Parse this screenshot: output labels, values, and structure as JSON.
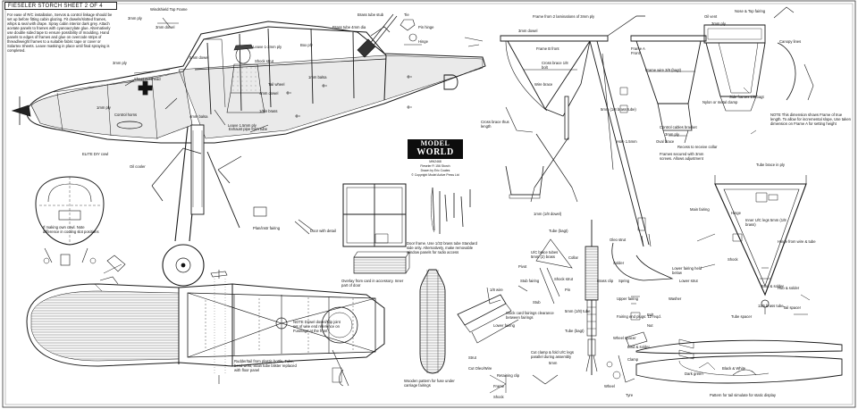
{
  "sheet": {
    "title": "FIESELER STORCH SHEET 2 OF 4",
    "publisher": {
      "logo_line1": "MODEL",
      "logo_line2": "WORLD",
      "line1": "MW2468",
      "line2": "Fieseler Fi 156 Storch",
      "line3": "Drawn by Eric Coates",
      "line4": "© Copyright Model Active Press Ltd"
    }
  },
  "notes": {
    "assembly": "For ease of R/C installation, Servos & control linkage should be set up before fitting cabin glazing. Fit dowels/slotted frames, whips & seal with drape. Spray cabin interior dark grey. Attach acetate panels to frames with cyanoacrylate glue. Alternatively use double sided tape to ensure possibility of moulding. Hand panels to edges of frames and glue on overcode strips of thread/weight frames to a suitable fabric tape or cover or Solartex Sheets. Leave masking in place until final spraying is completed.",
    "frame_length": "NOTE This dimension shows Frame of true length. To allow for incremental slope, Use taken dimension on Frame A for setting height",
    "section_note": "NOTE Dowel dowel/slip joint set of wire end reference on Fuselage at the front"
  },
  "labels": {
    "l01": "Windshield Top Frame",
    "l02": "3mm ply",
    "l03": "3mm dowel",
    "l04": "Leave 1-2mm ply",
    "l05": "Brass tube stub",
    "l06": "Shock strut",
    "l07": "Box ply",
    "l08": "1mm balsa",
    "l09": "Tail wheel",
    "l10": "Brass tube 4mm dia",
    "l11": "Tie",
    "l12": "Hinge",
    "l13": "Pin hinge",
    "l14": "4mm dowel",
    "l15": "5mm dowel",
    "l16": "3mm ply",
    "l17": "Sheet overhead",
    "l18": "1mm ply",
    "l19": "1/8in brass",
    "l20": "Leave 1.5mm ply",
    "l21": "Control horns",
    "l22": "4mm balsa",
    "l23": "ELITE DIY cowl",
    "l24": "Exhaust pipe from tube",
    "l25": "Oil cooler",
    "l26": "If making own cowl. Note difference in cooling slot positions",
    "l27": "Plan/instr fairing",
    "l28": "Door with detail",
    "l29": "Overlay from card in accessory. Inner part of door",
    "l30": "Door frame. Use 1/32 brass tube Standard side only. Alternatively, make removable window panels for radio access",
    "l31": "Wooden pattern for fuse under carriage fairings",
    "l32": "Rudder/tail from plastic bottle, Tube, bend wrist, Stain tube blister replaced with floor panel",
    "l33": "Frame from 2 laminations of 3mm ply",
    "l34": "3mm dowel",
    "l35": "Frame B front",
    "l36": "Frame A Front",
    "l37": "Cross brace 1/8 bolt",
    "l38": "Cross brace thus length",
    "l39": "Wire brace",
    "l40": "1mm (1/8 dowel)",
    "l41": "5mm (1/8 brass tube)",
    "l42": "Hole 1.5mm",
    "l43": "Control cables bracket",
    "l44": "3mm ply",
    "l45": "Frames secured with 3mm screws. Allows adjustment",
    "l46": "Recess to receive collar",
    "l47": "Frame wire 3/8 (bagt)",
    "l48": "Oil vent",
    "l49": "Nylon or metal clamp",
    "l50": "3mm ply",
    "l51": "Side frames 1/8 bagt",
    "l52": "Canopy lines",
    "l53": "Nose & Top fairing",
    "l54": "Oval brace",
    "l55": "Tube brace in ply",
    "l56": "Inner U/C legs 5mm (1/8 brass)",
    "l57": "Hinge",
    "l58": "Hinge from wire & tube",
    "l59": "Main fairing",
    "l60": "Shock",
    "l61": "Oleo strut",
    "l62": "Tube spacer",
    "l63": "U/C brace tubes 5mm (2) brass",
    "l64": "Lower fairing held below",
    "l65": "Fairing end plugs: 12 reqd.",
    "l66": "Upper fairing",
    "l67": "Lower fairing",
    "l68": "Stub fairing",
    "l69": "Shock strut",
    "l70": "Stock card fairings clearance between fairings",
    "l71": "Collar",
    "l72": "Bind & solder",
    "l73": "Hub & solder",
    "l74": "Tail spacer",
    "l75": "Cut clamp & fold U/C legs parallel during assembly",
    "l76": "Clamp",
    "l77": "Black & White",
    "l78": "Dark green",
    "l79": "Pattern for tail simulate for static display",
    "l80": "Wheel spacer",
    "l81": "Wheel",
    "l82": "Tyre",
    "l83": "Pin",
    "l84": "5mm (1/8) tube",
    "l85": "Tube (bagt)",
    "l86": "Frame",
    "l87": "Shock",
    "l88": "Bolt",
    "l89": "Nut",
    "l90": "Pivot",
    "l91": "Bind & solder",
    "l92": "5mm",
    "l93": "Strut",
    "l94": "Tube (bagt)",
    "l95": "Cut Oleo/Wire",
    "l96": "Solder",
    "l97": "Washer",
    "l98": "Retaining clip",
    "l99": "11/6 brass tube",
    "l100": "Spring",
    "l101": "1/8 wire",
    "l102": "Lower strut",
    "l103": "Stub",
    "l104": "Brass clip"
  },
  "colors": {
    "ink": "#1a1a1a",
    "paper": "#ffffff",
    "logo_bg": "#0d0d0d"
  }
}
